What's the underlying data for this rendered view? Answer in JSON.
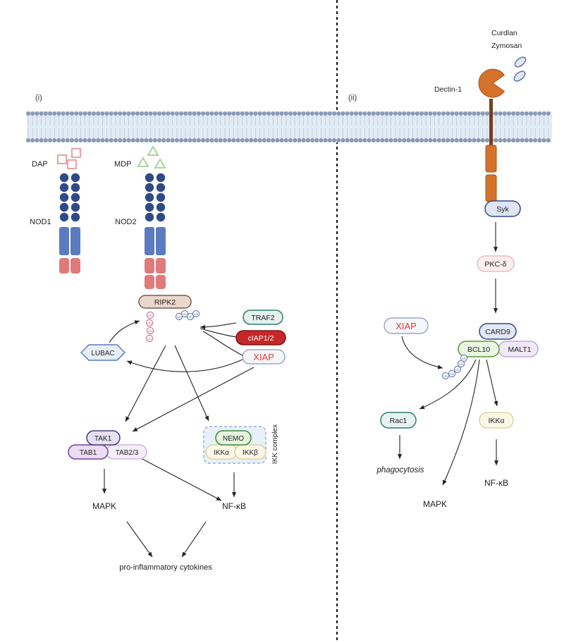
{
  "panel_i": {
    "label": "(i)",
    "dap": "DAP",
    "nod1": "NOD1",
    "mdp": "MDP",
    "nod2": "NOD2",
    "ripk2": "RIPK2",
    "traf2": "TRAF2",
    "ciap": "cIAP1/2",
    "xiap": "XIAP",
    "lubac": "LUBAC",
    "tak1": "TAK1",
    "tab1": "TAB1",
    "tab23": "TAB2/3",
    "nemo": "NEMO",
    "ikka": "IKKα",
    "ikkb": "IKKβ",
    "ikk_complex": "IKK complex",
    "mapk": "MAPK",
    "nfkb": "NF-κB",
    "cytokines": "pro-inflammatory cytokines"
  },
  "panel_ii": {
    "label": "(ii)",
    "ligand1": "Curdlan",
    "ligand2": "Zymosan",
    "dectin": "Dectin-1",
    "syk": "Syk",
    "pkc": "PKC-δ",
    "xiap": "XIAP",
    "card9": "CARD9",
    "bcl10": "BCL10",
    "malt1": "MALT1",
    "rac1": "Rac1",
    "ikka": "IKKα",
    "phagocytosis": "phagocytosis",
    "nfkb": "NF-κB",
    "mapk": "MAPK"
  },
  "ub_symbol": "Ub",
  "colors": {
    "membrane_head": "#8a98b6",
    "membrane_tail": "#dfe9f3",
    "nod_domain": "#2f4a86",
    "nod_nacht": "#5b7bbf",
    "nod_lrr": "#e17a7a",
    "dap": "#e8a3a3",
    "mdp": "#a9d69a",
    "xiap_text": "#e53935",
    "dectin": "#d4722b",
    "dectin_stalk": "#7a3f1a"
  }
}
